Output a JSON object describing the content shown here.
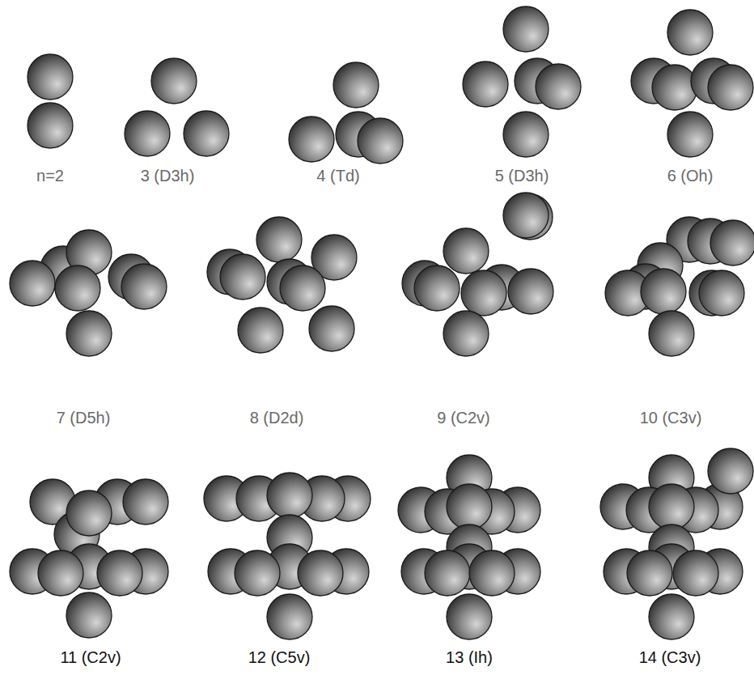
{
  "diagram": {
    "labels": [
      "n=2",
      "3 (D3h)",
      "4 (Td)",
      "5 (D3h)",
      "6 (Oh)",
      "7 (D5h)",
      "8 (D2d)",
      "9 (C2v)",
      "10 (C3v)",
      "11 (C2v)",
      "12 (C5v)",
      "13 (Ih)",
      "14 (C3v)"
    ]
  }
}
